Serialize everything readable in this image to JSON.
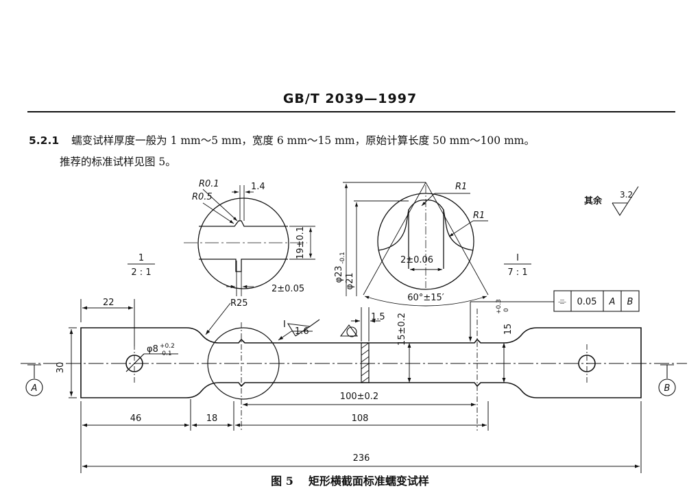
{
  "header": {
    "title": "GB/T 2039—1997"
  },
  "section": {
    "number": "5.2.1",
    "line1": "蠕变试样厚度一般为 1 mm～5 mm，宽度 6 mm～15 mm，原始计算长度 50 mm～100 mm。",
    "line2": "推荐的标准试样见图 5。"
  },
  "figure": {
    "caption_label": "图 5",
    "caption_text": "矩形横截面标准蠕变试样",
    "detail_left": {
      "r01": "R0.1",
      "r05": "R0.5",
      "w14": "1.4",
      "h19": "19±0.1",
      "w2": "2±0.05",
      "scale_num": "1",
      "scale_den": "2 : 1"
    },
    "detail_right": {
      "r1a": "R1",
      "r1b": "R1",
      "d23": "φ23",
      "d23_tol": "-0.1",
      "d21": "φ21",
      "w2": "2±0.06",
      "angle": "60°±15′",
      "scale_num": "I",
      "scale_den": "7 : 1"
    },
    "roughness_other_label": "其余",
    "roughness_other_value": "3.2",
    "roughness_value": "1.6",
    "detail_mark": "I",
    "tolerance_frame": {
      "symbol": "⌯",
      "value": "0.05",
      "datum1": "A",
      "datum2": "B"
    },
    "dims": {
      "d22": "22",
      "d30": "30",
      "hole": "φ8",
      "hole_tol_up": "+0.2",
      "hole_tol_low": "-0.1",
      "r25": "R25",
      "d15": "1.5",
      "h15": "15±0.2",
      "h15r": "15",
      "h15r_tol_up": "+0.3",
      "h15r_tol_low": "0",
      "gauge": "100±0.2",
      "d46": "46",
      "d18": "18",
      "d108": "108",
      "d236": "236"
    },
    "datums": {
      "a": "A",
      "b": "B"
    }
  }
}
